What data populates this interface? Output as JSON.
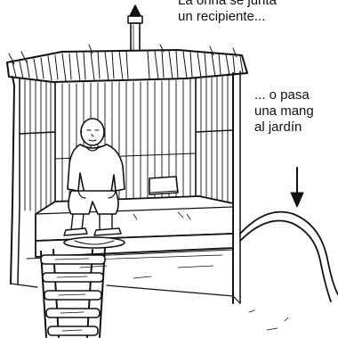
{
  "captions": {
    "top": [
      "La orina se junta",
      "un recipiente..."
    ],
    "side": [
      "... o pasa",
      "una mang",
      "al jardín"
    ]
  },
  "icons": {
    "illustration": "latrine-hut-illustration",
    "arrow": "down-arrow-icon"
  },
  "colors": {
    "ink": "#111111",
    "paper": "#ffffff"
  }
}
